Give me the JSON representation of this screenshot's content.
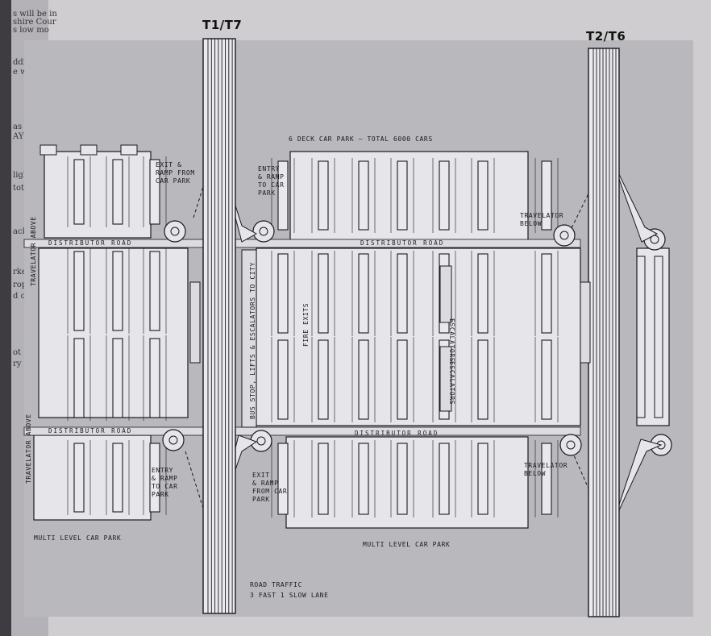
{
  "highways": {
    "left": "T1/T7",
    "right": "T2/T6"
  },
  "car_park_header": "6 DECK CAR PARK — TOTAL 6000 CARS",
  "labels": {
    "exit_ramp_left_top": [
      "EXIT &",
      "RAMP FROM",
      "CAR PARK"
    ],
    "entry_ramp_center_top": [
      "ENTRY",
      "& RAMP",
      "TO CAR",
      "PARK"
    ],
    "entry_ramp_left_bottom": [
      "ENTRY",
      "& RAMP",
      "TO CAR",
      "PARK"
    ],
    "exit_ramp_center_bottom": [
      "EXIT",
      "& RAMP",
      "FROM CAR",
      "PARK"
    ],
    "travelator_below_top": [
      "TRAVELATOR",
      "BELOW"
    ],
    "travelator_below_bottom": [
      "TRAVELATOR",
      "BELOW"
    ],
    "distributor_road": "DISTRIBUTOR  ROAD",
    "multi_level_left": "MULTI LEVEL CAR PARK",
    "multi_level_center": "MULTI LEVEL CAR PARK",
    "travelator_above_top": "TRAVELATOR ABOVE",
    "travelator_above_bottom": "TRAVELATOR ABOVE",
    "bus_stop": "BUS STOP, LIFTS & ESCALATORS TO CITY",
    "fire_exits": "FIRE EXITS",
    "escalators": "ESCALATORS",
    "road_traffic": [
      "ROAD TRAFFIC",
      "3 FAST 1 SLOW LANE"
    ]
  },
  "margin_text": [
    "s will be in",
    "shire Cour",
    "s low mo",
    "dditional",
    "e will not",
    "as weathe",
    "AY mor",
    "lightin",
    "totally",
    "ack and",
    "rked ar",
    "ropos",
    "d of",
    "ot",
    "ry"
  ],
  "colors": {
    "page": "#cfcdd0",
    "plan_bg": "#b9b8bd",
    "structure": "#e9e8ec",
    "ink": "#1a1a1e"
  }
}
